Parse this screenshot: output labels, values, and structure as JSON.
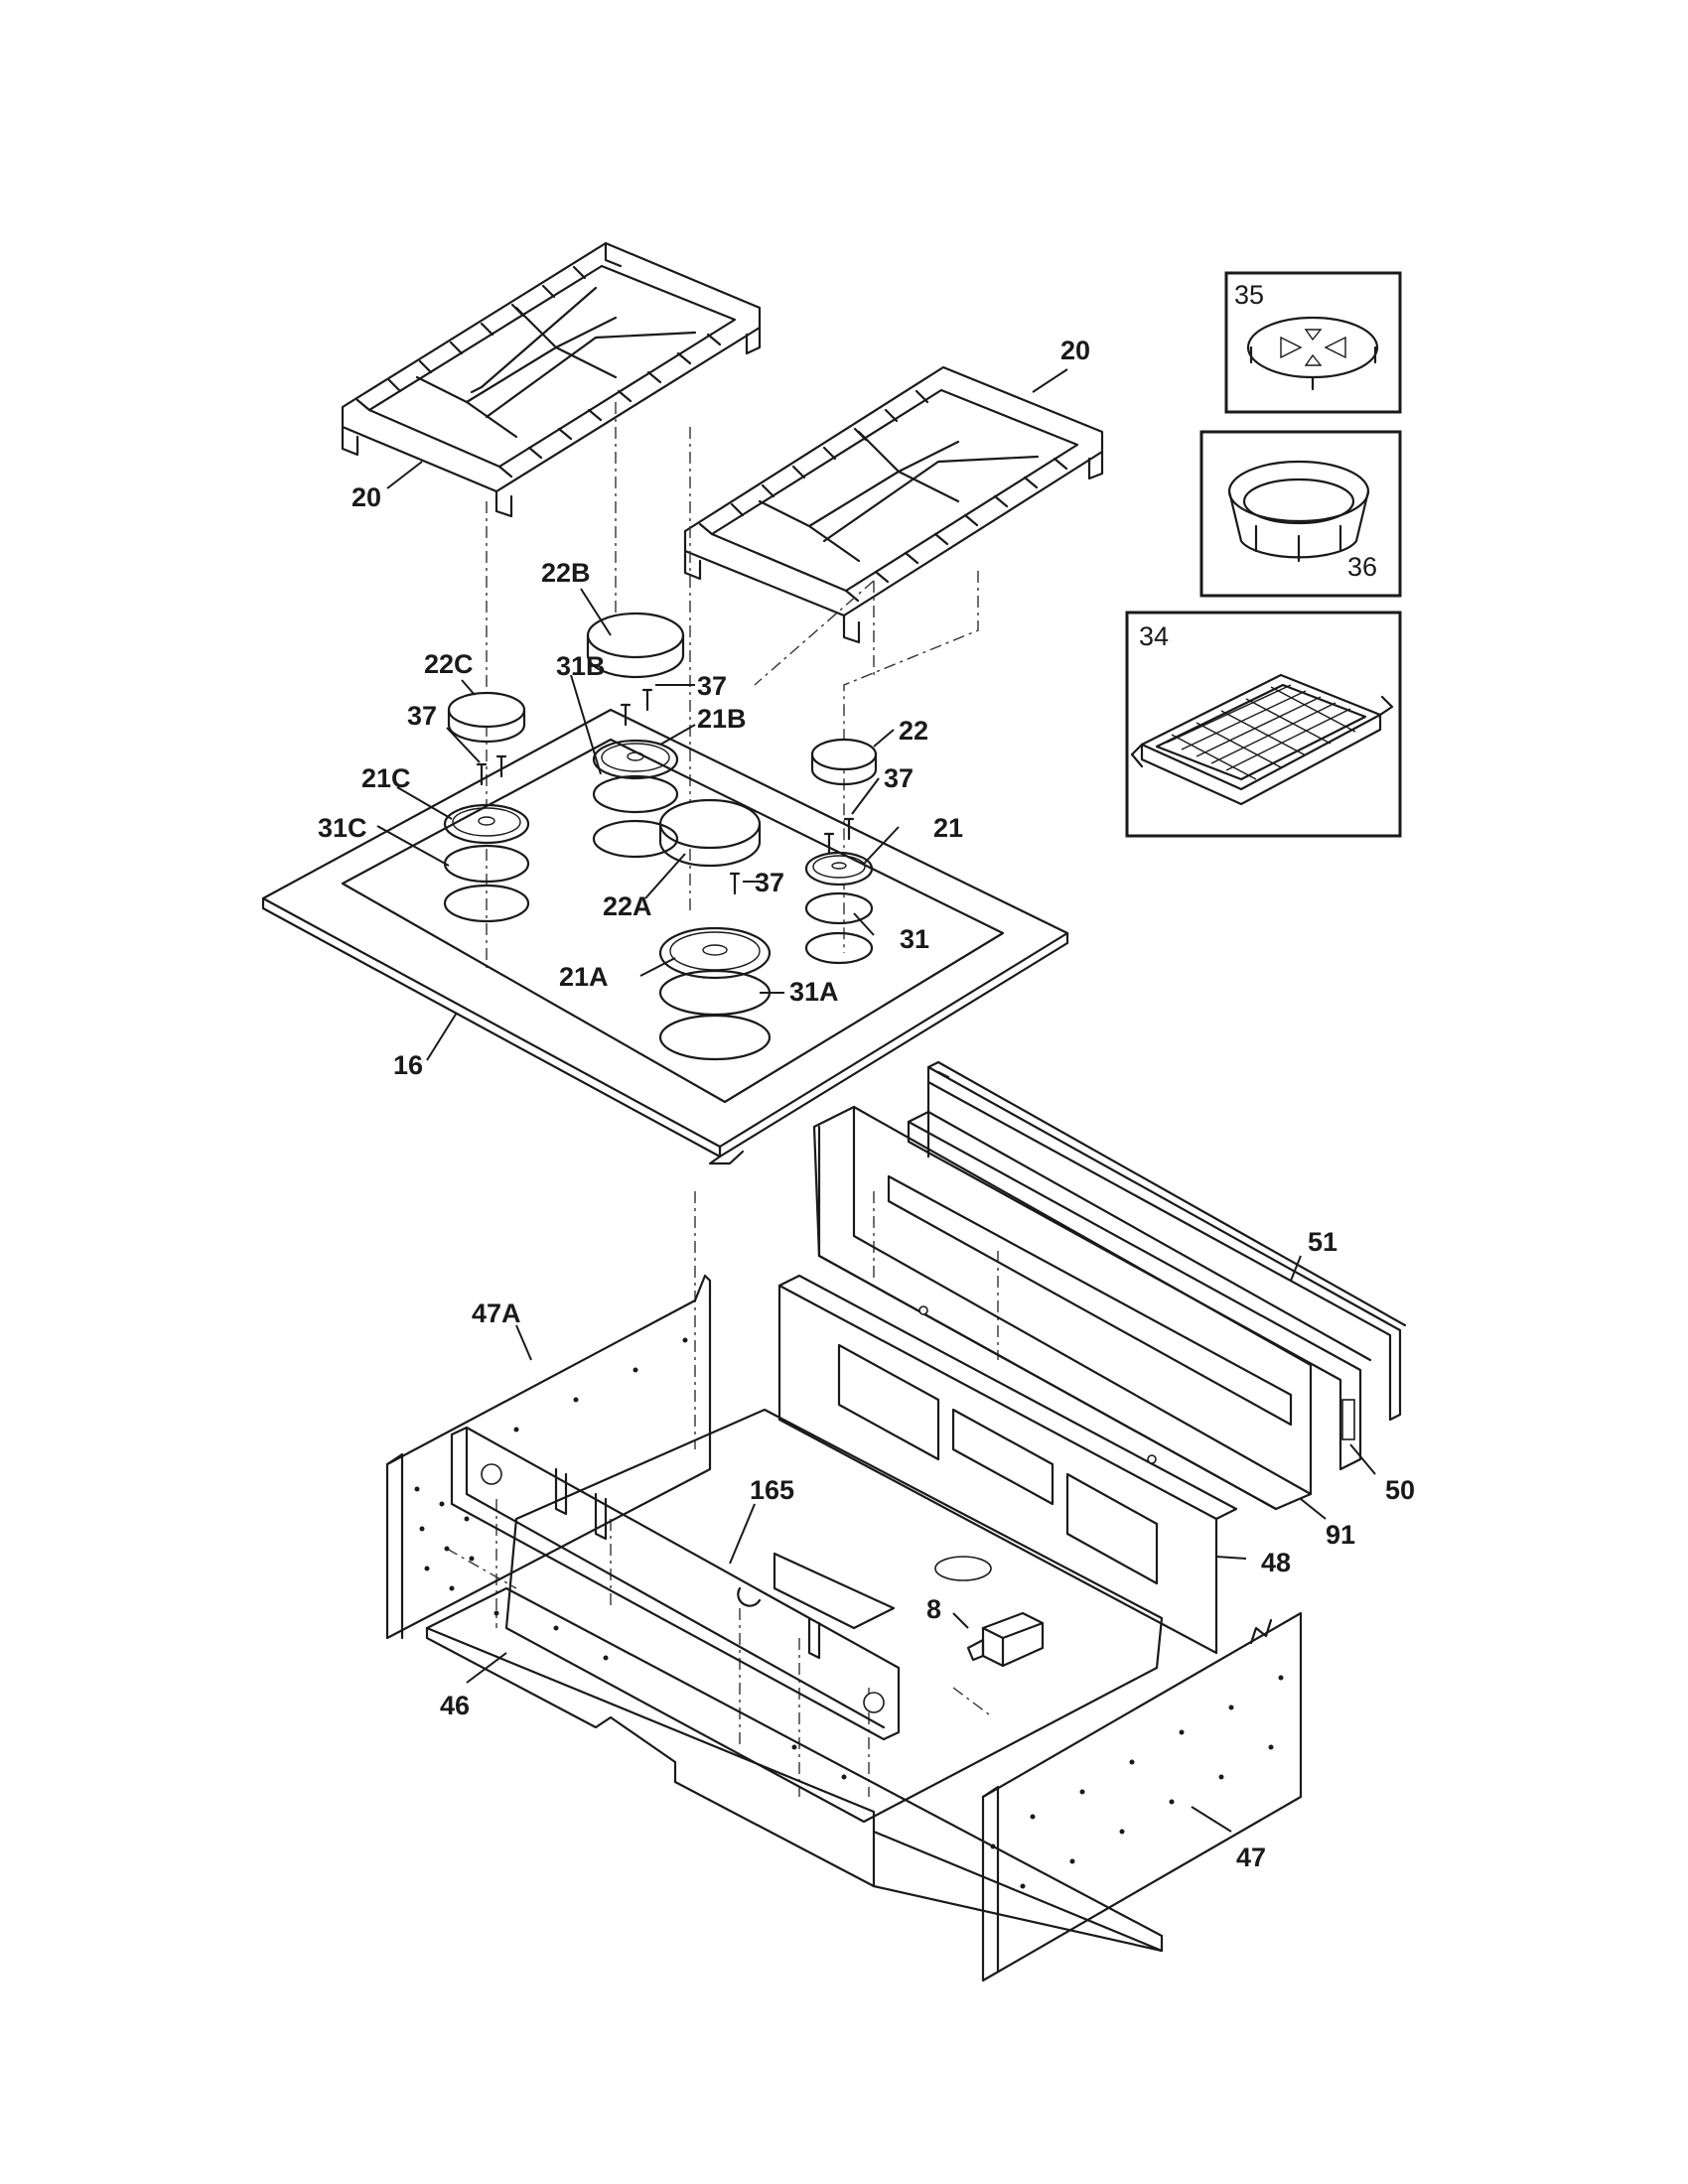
{
  "labels": {
    "grate_left": "20",
    "grate_right": "20",
    "cap_22b": "22B",
    "cap_22c": "22C",
    "cap_22": "22",
    "cap_22a": "22A",
    "screw_37_a": "37",
    "screw_37_b": "37",
    "screw_37_c": "37",
    "screw_37_d": "37",
    "head_21b": "21B",
    "head_21c": "21C",
    "head_21": "21",
    "head_21a": "21A",
    "ring_31b": "31B",
    "ring_31c": "31C",
    "ring_31": "31",
    "ring_31a": "31A",
    "cooktop": "16",
    "accessory_35": "35",
    "accessory_36": "36",
    "accessory_34": "34",
    "panel_51": "51",
    "panel_50": "50",
    "panel_91": "91",
    "panel_48": "48",
    "side_47a": "47A",
    "bracket_165": "165",
    "igniter_8": "8",
    "base_46": "46",
    "side_47": "47"
  }
}
